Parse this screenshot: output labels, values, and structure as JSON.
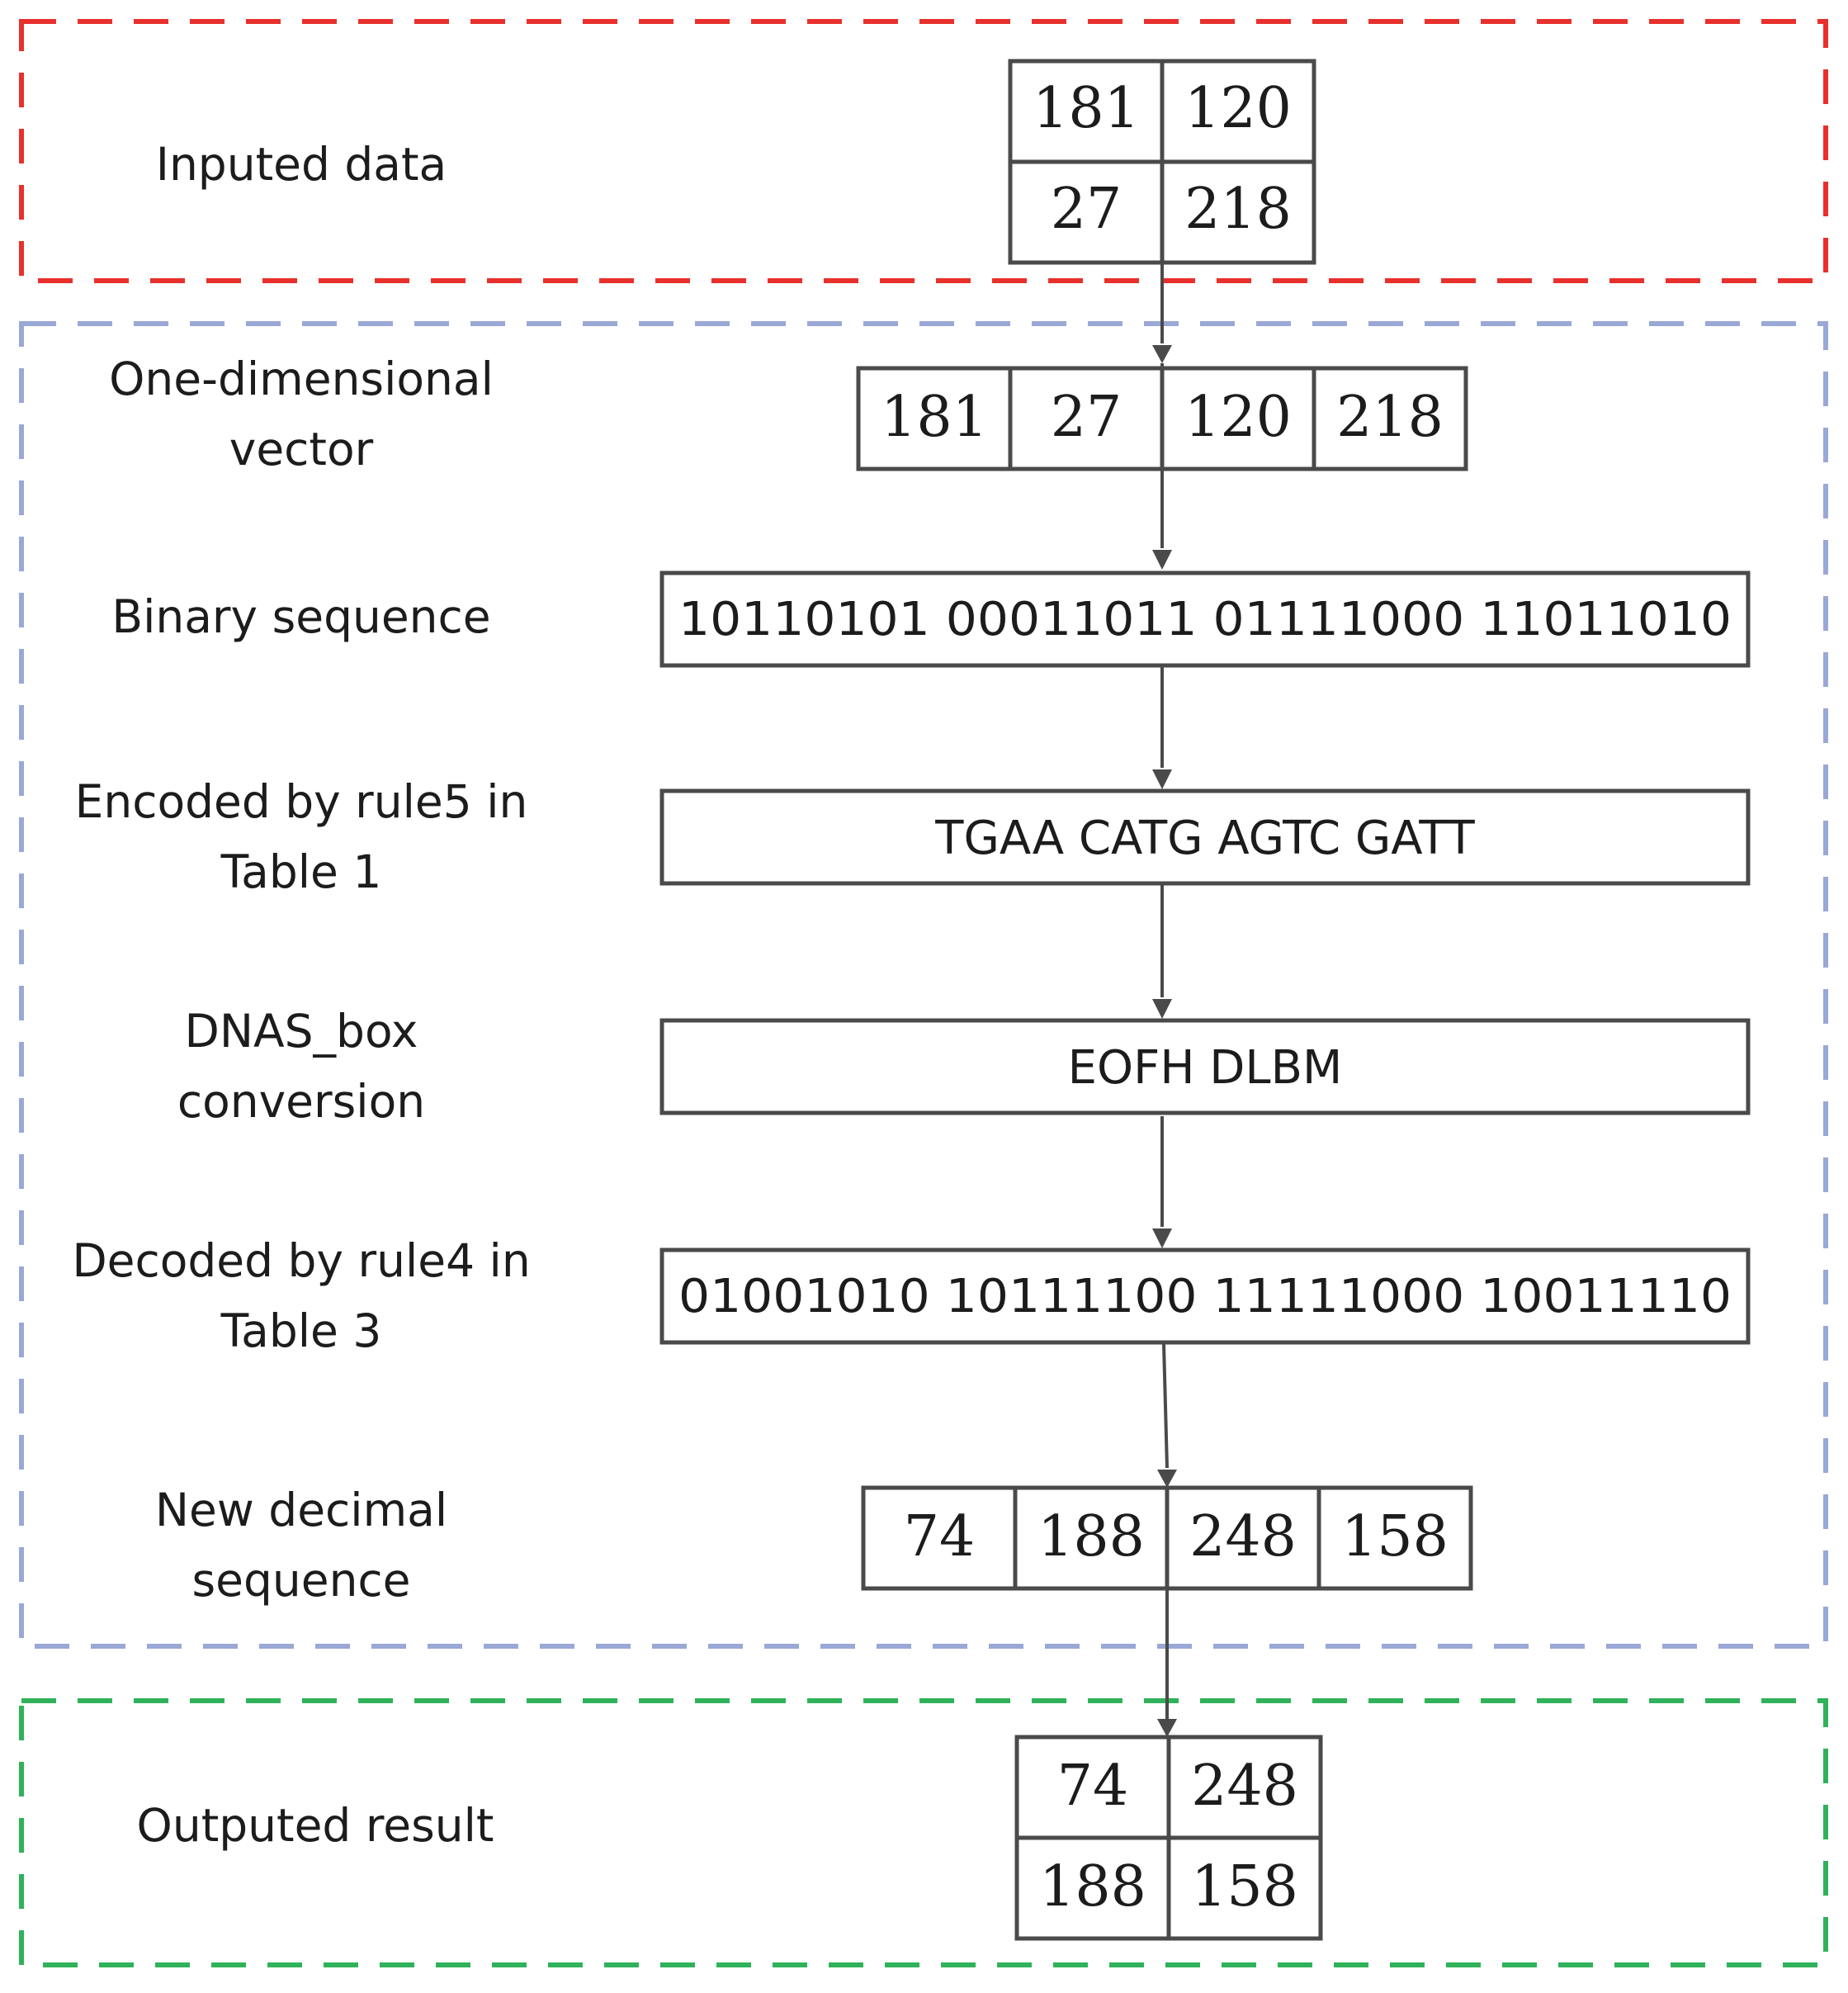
{
  "colors": {
    "input_zone": "#e8302c",
    "process_zone": "#9aa8d6",
    "output_zone": "#2fb25a",
    "stroke": "#4a4a4a",
    "text": "#1c1c1c"
  },
  "labels": {
    "inputed_data": "Inputed data",
    "one_dimensional_1": "One-dimensional",
    "one_dimensional_2": "vector",
    "binary_sequence": "Binary sequence",
    "encoded_1": "Encoded by rule5 in",
    "encoded_2": "Table 1",
    "dnas_1": "DNAS_box",
    "dnas_2": "conversion",
    "decoded_1": "Decoded by rule4 in",
    "decoded_2": "Table 3",
    "new_decimal_1": "New decimal",
    "new_decimal_2": "sequence",
    "outputed_result": "Outputed result"
  },
  "input_matrix": [
    "181",
    "120",
    "27",
    "218"
  ],
  "vector": [
    "181",
    "27",
    "120",
    "218"
  ],
  "binary_sequence": "10110101 00011011 01111000 11011010",
  "encoded_sequence": "TGAA CATG AGTC GATT",
  "dnas_box_output": "EOFH DLBM",
  "decoded_sequence": "01001010 10111100 11111000 10011110",
  "new_decimal": [
    "74",
    "188",
    "248",
    "158"
  ],
  "output_matrix": [
    "74",
    "248",
    "188",
    "158"
  ]
}
